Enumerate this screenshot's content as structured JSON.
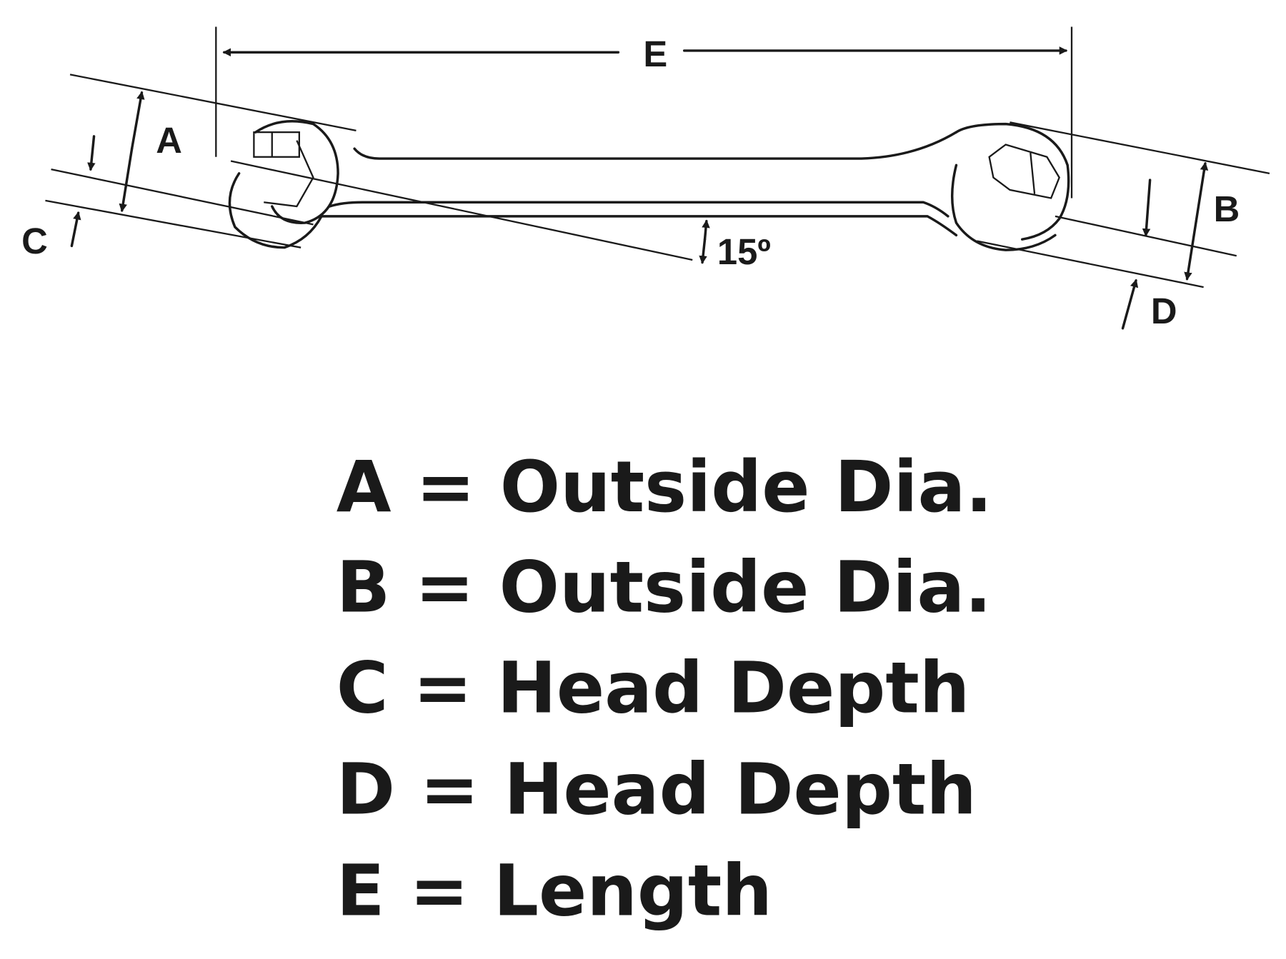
{
  "diagram": {
    "labels": {
      "a": "A",
      "b": "B",
      "c": "C",
      "d": "D",
      "e": "E",
      "angle": "15º"
    },
    "legend": [
      "A = Outside Dia.",
      "B = Outside Dia.",
      "C = Head Depth",
      "D = Head Depth",
      "E = Length"
    ],
    "colors": {
      "ink": "#1a1a1a",
      "background": "#ffffff"
    }
  }
}
